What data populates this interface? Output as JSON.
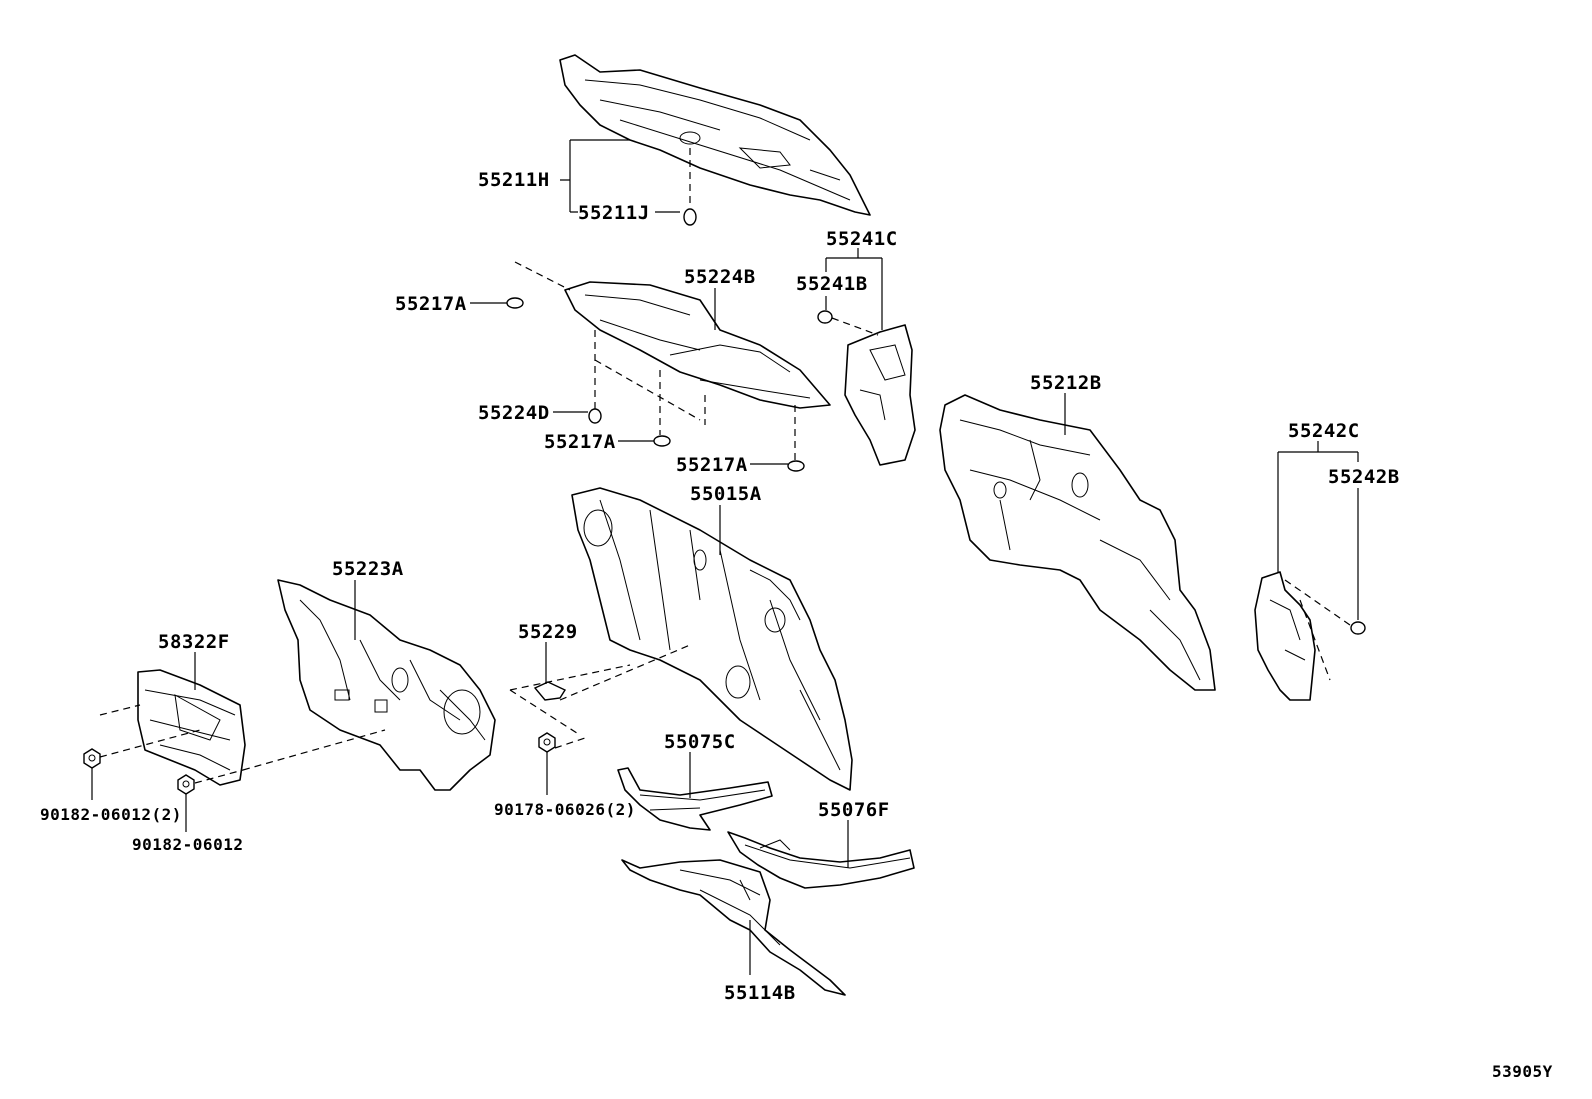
{
  "labels": {
    "p55211H": "55211H",
    "p55211J": "55211J",
    "p55241C": "55241C",
    "p55241B": "55241B",
    "p55217A_1": "55217A",
    "p55224B": "55224B",
    "p55224D": "55224D",
    "p55217A_2": "55217A",
    "p55217A_3": "55217A",
    "p55212B": "55212B",
    "p55242C": "55242C",
    "p55242B": "55242B",
    "p55015A": "55015A",
    "p55223A": "55223A",
    "p58322F": "58322F",
    "p55229": "55229",
    "p90182_06012_2": "90182-06012(2)",
    "p90182_06012": "90182-06012",
    "p90178_06026_2": "90178-06026(2)",
    "p55075C": "55075C",
    "p55076F": "55076F",
    "p55114B": "55114B"
  },
  "diagram_id": "53905Y"
}
